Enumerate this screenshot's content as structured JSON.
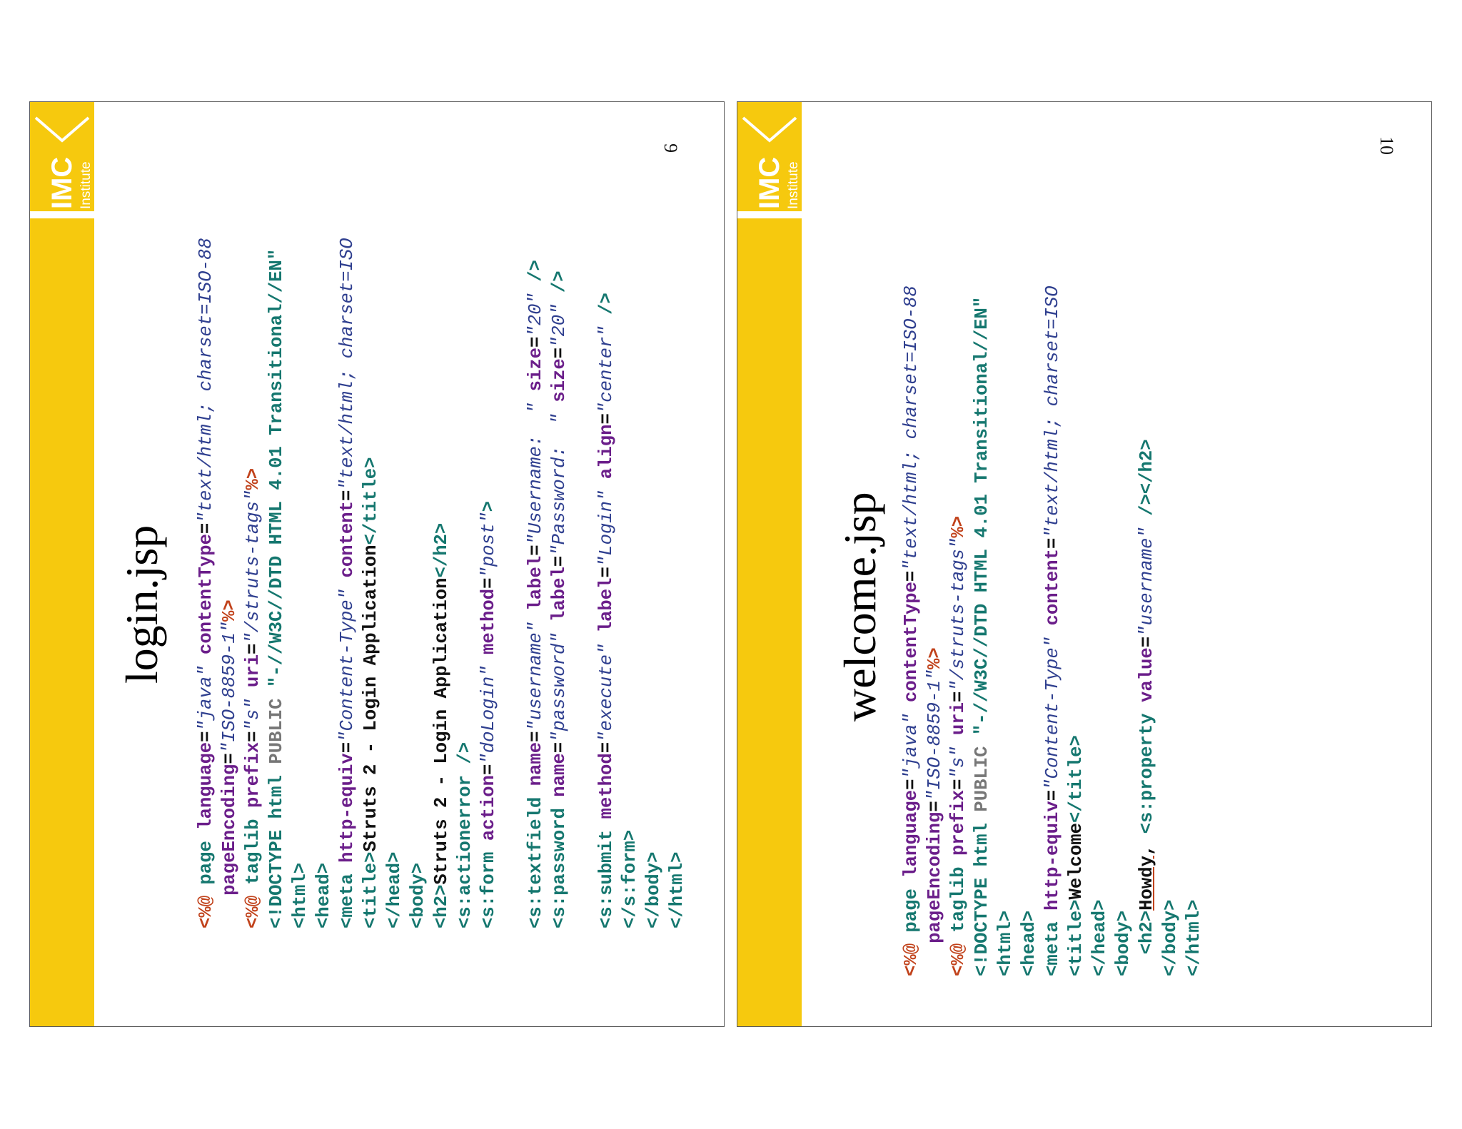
{
  "brand": {
    "logo_text": "IMC",
    "logo_subtext": "Institute",
    "bar_color": "#f6c90e"
  },
  "slides": [
    {
      "title": "login.jsp",
      "page_number": "9",
      "code": [
        [
          [
            "d",
            "<%@ "
          ],
          [
            "tag",
            "page "
          ],
          [
            "attr",
            "language"
          ],
          [
            "txt",
            "="
          ],
          [
            "str",
            "\"java\" "
          ],
          [
            "attr",
            "contentType"
          ],
          [
            "txt",
            "="
          ],
          [
            "str",
            "\"text/html; charset=ISO-88"
          ]
        ],
        [
          [
            "txt",
            "   "
          ],
          [
            "attr",
            "pageEncoding"
          ],
          [
            "txt",
            "="
          ],
          [
            "str",
            "\"ISO-8859-1\""
          ],
          [
            "d",
            "%>"
          ]
        ],
        [
          [
            "d",
            "<%@ "
          ],
          [
            "tag",
            "taglib "
          ],
          [
            "attr",
            "prefix"
          ],
          [
            "txt",
            "="
          ],
          [
            "str",
            "\"s\" "
          ],
          [
            "attr",
            "uri"
          ],
          [
            "txt",
            "="
          ],
          [
            "str",
            "\"/struts-tags\""
          ],
          [
            "d",
            "%>"
          ]
        ],
        [
          [
            "tag",
            "<!DOCTYPE "
          ],
          [
            "tag",
            "html "
          ],
          [
            "gray",
            "PUBLIC "
          ],
          [
            "tag",
            "\"-//W3C//DTD HTML 4.01 Transitional//EN\""
          ]
        ],
        [
          [
            "tag",
            "<html>"
          ]
        ],
        [
          [
            "tag",
            "<head>"
          ]
        ],
        [
          [
            "tag",
            "<meta "
          ],
          [
            "attr",
            "http-equiv"
          ],
          [
            "txt",
            "="
          ],
          [
            "str",
            "\"Content-Type\" "
          ],
          [
            "attr",
            "content"
          ],
          [
            "txt",
            "="
          ],
          [
            "str",
            "\"text/html; charset=ISO"
          ]
        ],
        [
          [
            "tag",
            "<title>"
          ],
          [
            "txt",
            "Struts 2 - Login Application"
          ],
          [
            "tag",
            "</title>"
          ]
        ],
        [
          [
            "tag",
            "</head>"
          ]
        ],
        [
          [
            "tag",
            "<body>"
          ]
        ],
        [
          [
            "tag",
            "<h2>"
          ],
          [
            "txt",
            "Struts 2 - Login Application"
          ],
          [
            "tag",
            "</h2>"
          ]
        ],
        [
          [
            "tag",
            "<s:actionerror />"
          ]
        ],
        [
          [
            "tag",
            "<s:form "
          ],
          [
            "attr",
            "action"
          ],
          [
            "txt",
            "="
          ],
          [
            "str",
            "\"doLogin\" "
          ],
          [
            "attr",
            "method"
          ],
          [
            "txt",
            "="
          ],
          [
            "str",
            "\"post\""
          ],
          [
            "tag",
            ">"
          ]
        ],
        [],
        [
          [
            "tag",
            "<s:textfield "
          ],
          [
            "attr",
            "name"
          ],
          [
            "txt",
            "="
          ],
          [
            "str",
            "\"username\" "
          ],
          [
            "attr",
            "label"
          ],
          [
            "txt",
            "="
          ],
          [
            "str",
            "\"Username:  \" "
          ],
          [
            "attr",
            "size"
          ],
          [
            "txt",
            "="
          ],
          [
            "str",
            "\"20\" "
          ],
          [
            "tag",
            "/>"
          ]
        ],
        [
          [
            "tag",
            "<s:password "
          ],
          [
            "attr",
            "name"
          ],
          [
            "txt",
            "="
          ],
          [
            "str",
            "\"password\" "
          ],
          [
            "attr",
            "label"
          ],
          [
            "txt",
            "="
          ],
          [
            "str",
            "\"Password:  \" "
          ],
          [
            "attr",
            "size"
          ],
          [
            "txt",
            "="
          ],
          [
            "str",
            "\"20\" "
          ],
          [
            "tag",
            "/>"
          ]
        ],
        [],
        [
          [
            "tag",
            "<s:submit "
          ],
          [
            "attr",
            "method"
          ],
          [
            "txt",
            "="
          ],
          [
            "str",
            "\"execute\" "
          ],
          [
            "attr",
            "label"
          ],
          [
            "txt",
            "="
          ],
          [
            "str",
            "\"Login\" "
          ],
          [
            "attr",
            "align"
          ],
          [
            "txt",
            "="
          ],
          [
            "str",
            "\"center\" "
          ],
          [
            "tag",
            "/>"
          ]
        ],
        [
          [
            "tag",
            "</s:form>"
          ]
        ],
        [
          [
            "tag",
            "</body>"
          ]
        ],
        [
          [
            "tag",
            "</html>"
          ]
        ]
      ]
    },
    {
      "title": "welcome.jsp",
      "page_number": "10",
      "code": [
        [
          [
            "d",
            "<%@ "
          ],
          [
            "tag",
            "page "
          ],
          [
            "attr",
            "language"
          ],
          [
            "txt",
            "="
          ],
          [
            "str",
            "\"java\" "
          ],
          [
            "attr",
            "contentType"
          ],
          [
            "txt",
            "="
          ],
          [
            "str",
            "\"text/html; charset=ISO-88"
          ]
        ],
        [
          [
            "txt",
            "   "
          ],
          [
            "attr",
            "pageEncoding"
          ],
          [
            "txt",
            "="
          ],
          [
            "str",
            "\"ISO-8859-1\""
          ],
          [
            "d",
            "%>"
          ]
        ],
        [
          [
            "d",
            "<%@ "
          ],
          [
            "tag",
            "taglib "
          ],
          [
            "attr",
            "prefix"
          ],
          [
            "txt",
            "="
          ],
          [
            "str",
            "\"s\" "
          ],
          [
            "attr",
            "uri"
          ],
          [
            "txt",
            "="
          ],
          [
            "str",
            "\"/struts-tags\""
          ],
          [
            "d",
            "%>"
          ]
        ],
        [
          [
            "tag",
            "<!DOCTYPE "
          ],
          [
            "tag",
            "html "
          ],
          [
            "gray",
            "PUBLIC "
          ],
          [
            "tag",
            "\"-//W3C//DTD HTML 4.01 Transitional//EN\""
          ]
        ],
        [
          [
            "tag",
            "<html>"
          ]
        ],
        [
          [
            "tag",
            "<head>"
          ]
        ],
        [
          [
            "tag",
            "<meta "
          ],
          [
            "attr",
            "http-equiv"
          ],
          [
            "txt",
            "="
          ],
          [
            "str",
            "\"Content-Type\" "
          ],
          [
            "attr",
            "content"
          ],
          [
            "txt",
            "="
          ],
          [
            "str",
            "\"text/html; charset=ISO"
          ]
        ],
        [
          [
            "tag",
            "<title>"
          ],
          [
            "txt",
            "Welcome"
          ],
          [
            "tag",
            "</title>"
          ]
        ],
        [
          [
            "tag",
            "</head>"
          ]
        ],
        [
          [
            "tag",
            "<body>"
          ]
        ],
        [
          [
            "txt",
            "  "
          ],
          [
            "tag",
            "<h2>"
          ],
          [
            "und",
            "Howdy"
          ],
          [
            "txt",
            ", "
          ],
          [
            "tag",
            "<s:property "
          ],
          [
            "attr",
            "value"
          ],
          [
            "txt",
            "="
          ],
          [
            "str",
            "\"username\" "
          ],
          [
            "tag",
            "/></h2>"
          ]
        ],
        [
          [
            "tag",
            "</body>"
          ]
        ],
        [
          [
            "tag",
            "</html>"
          ]
        ]
      ]
    }
  ]
}
